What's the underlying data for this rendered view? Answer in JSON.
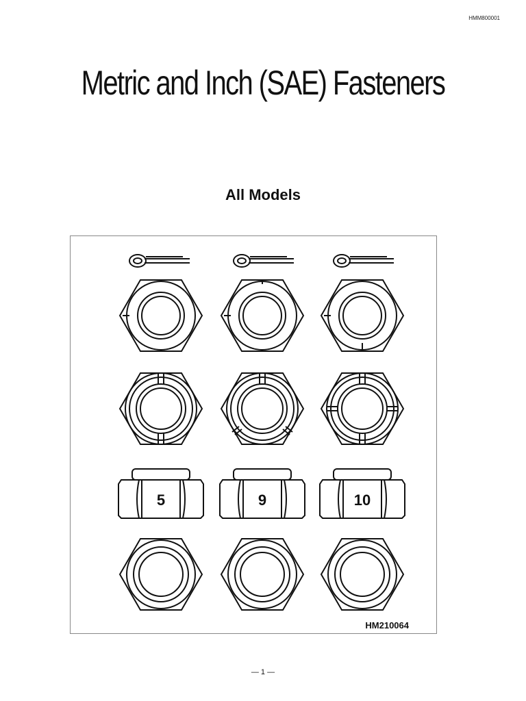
{
  "header": {
    "doc_code": "HMM800001"
  },
  "title": "Metric and Inch (SAE) Fasteners",
  "subtitle": "All Models",
  "figure": {
    "label": "HM210064",
    "nut_markings": [
      "5",
      "9",
      "10"
    ]
  },
  "footer": {
    "page_number": "— 1 —"
  }
}
